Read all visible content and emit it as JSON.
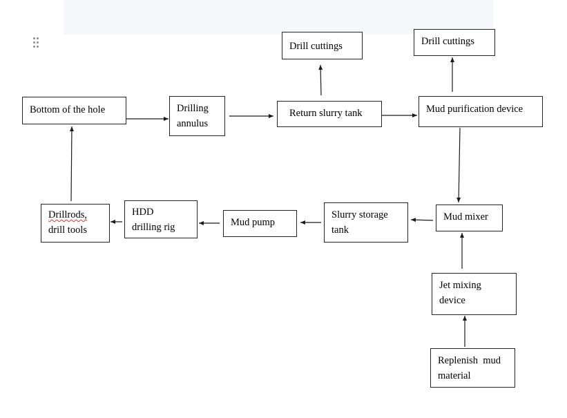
{
  "nodes": {
    "drill_cuttings_1": [
      "Drill cuttings"
    ],
    "drill_cuttings_2": [
      "Drill cuttings"
    ],
    "bottom_of_hole": [
      "Bottom of the hole"
    ],
    "drilling_annulus": [
      "Drilling",
      "annulus"
    ],
    "return_slurry_tank": [
      "Return slurry tank"
    ],
    "mud_purification_device": [
      "Mud purification device"
    ],
    "drillrods_tools": [
      "Drillrods,",
      "drill tools"
    ],
    "hdd_rig": [
      "HDD",
      "drilling rig"
    ],
    "mud_pump": [
      "Mud pump"
    ],
    "slurry_storage_tank": [
      "Slurry storage",
      "tank"
    ],
    "mud_mixer": [
      "Mud mixer"
    ],
    "jet_mixing_device": [
      "Jet mixing",
      "device"
    ],
    "replenish_mud_material": [
      "Replenish  mud",
      "material"
    ]
  },
  "colors": {
    "line": "#1a1a1a",
    "box_border": "#222222",
    "spellcheck": "#d33333"
  }
}
